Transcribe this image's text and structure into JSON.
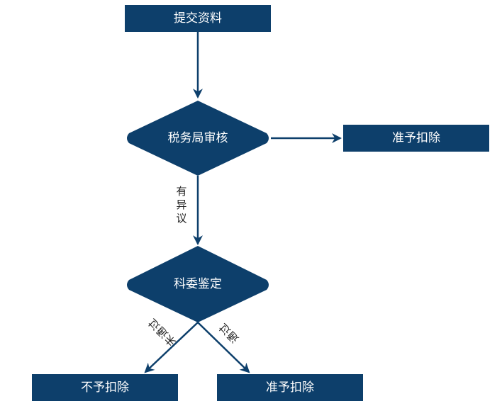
{
  "colors": {
    "node_fill": "#0d3f6b",
    "edge": "#0d3f6b",
    "node_text": "#ffffff",
    "label_text": "#222222",
    "background": "#ffffff"
  },
  "nodes": {
    "submit": "提交资料",
    "tax_review": "税务局审核",
    "approve_top": "准予扣除",
    "sci_appraisal": "科委鉴定",
    "reject": "不予扣除",
    "approve_bottom": "准予扣除"
  },
  "edges": {
    "objection": [
      "有",
      "异",
      "议"
    ],
    "not_passed": [
      "未",
      "通",
      "过"
    ],
    "passed": [
      "通",
      "过"
    ]
  }
}
